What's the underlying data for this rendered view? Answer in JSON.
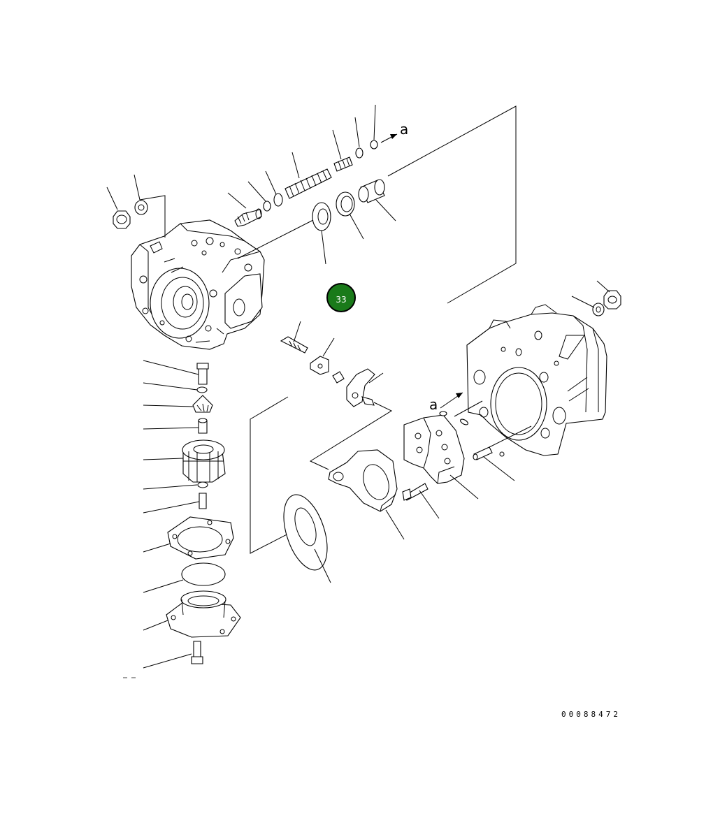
{
  "diagram": {
    "arrow_label": "a",
    "arrow_label_2": "a",
    "callout_number": "33",
    "callout_color": "#1a7a1a",
    "drawing_number": "00088472"
  }
}
